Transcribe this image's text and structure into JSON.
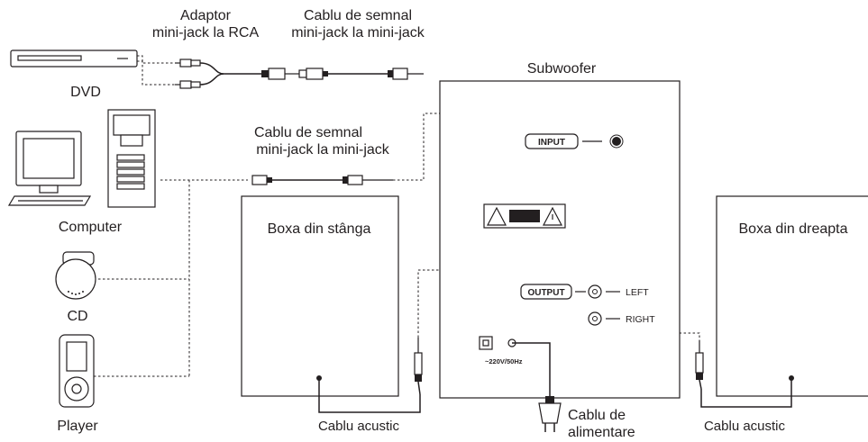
{
  "labels": {
    "adaptor_line1": "Adaptor",
    "adaptor_line2": "mini-jack la RCA",
    "cable_top_line1": "Cablu de semnal",
    "cable_top_line2": "mini-jack la mini-jack",
    "subwoofer": "Subwoofer",
    "dvd": "DVD",
    "cable_mid_line1": "Cablu de semnal",
    "cable_mid_line2": "mini-jack la mini-jack",
    "computer": "Computer",
    "left_speaker": "Boxa din stânga",
    "right_speaker": "Boxa din dreapta",
    "cd": "CD",
    "player": "Player",
    "input_tag": "INPUT",
    "output_tag": "OUTPUT",
    "left_port": "LEFT",
    "right_port": "RIGHT",
    "power_rating": "~220V/50Hz",
    "acoustic_left": "Cablu acustic",
    "power_cable_line1": "Cablu de",
    "power_cable_line2": "alimentare",
    "acoustic_right": "Cablu acustic"
  }
}
